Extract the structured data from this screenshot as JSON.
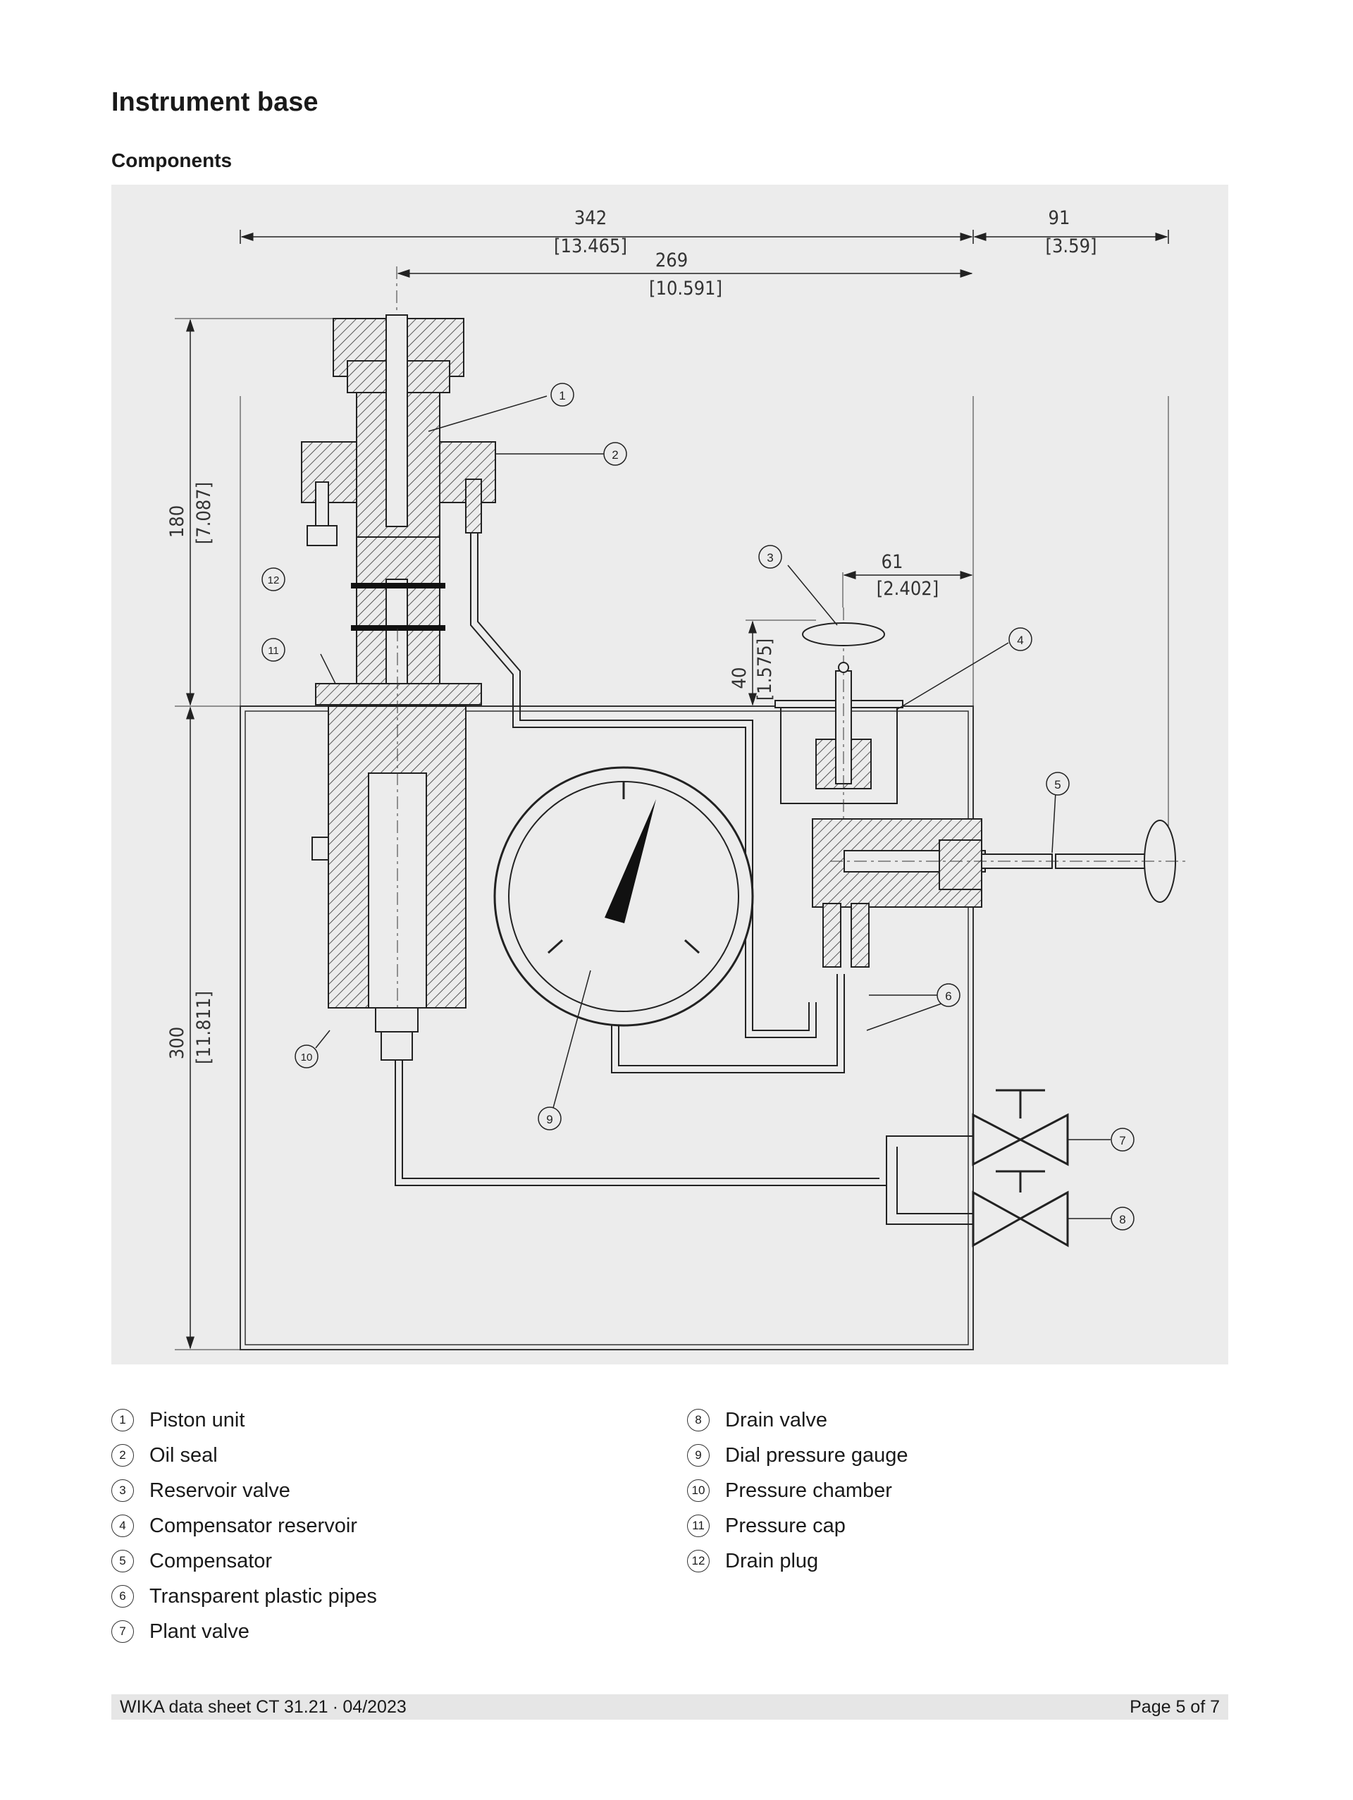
{
  "page": {
    "title": "Instrument base",
    "subtitle": "Components"
  },
  "drawing": {
    "dimensions": {
      "width_overall": "342",
      "width_overall_in": "[13.465]",
      "width_inner": "269",
      "width_inner_in": "[10.591]",
      "width_right": "91",
      "width_right_in": "[3.59]",
      "height_top": "180",
      "height_top_in": "[7.087]",
      "height_bottom": "300",
      "height_bottom_in": "[11.811]",
      "valve_offset": "61",
      "valve_offset_in": "[2.402]",
      "valve_height": "40",
      "valve_height_in": "[1.575]"
    },
    "callouts": [
      "1",
      "2",
      "3",
      "4",
      "5",
      "6",
      "7",
      "8",
      "9",
      "10",
      "11",
      "12"
    ]
  },
  "legend": {
    "column1": [
      {
        "num": "1",
        "label": "Piston unit"
      },
      {
        "num": "2",
        "label": "Oil seal"
      },
      {
        "num": "3",
        "label": "Reservoir valve"
      },
      {
        "num": "4",
        "label": "Compensator reservoir"
      },
      {
        "num": "5",
        "label": "Compensator"
      },
      {
        "num": "6",
        "label": "Transparent plastic pipes"
      },
      {
        "num": "7",
        "label": "Plant valve"
      }
    ],
    "column2": [
      {
        "num": "8",
        "label": "Drain valve"
      },
      {
        "num": "9",
        "label": "Dial pressure gauge"
      },
      {
        "num": "10",
        "label": "Pressure chamber"
      },
      {
        "num": "11",
        "label": "Pressure cap"
      },
      {
        "num": "12",
        "label": "Drain plug"
      }
    ]
  },
  "footer": {
    "left": "WIKA data sheet CT 31.21 ∙ 04/2023",
    "right": "Page 5 of 7"
  }
}
